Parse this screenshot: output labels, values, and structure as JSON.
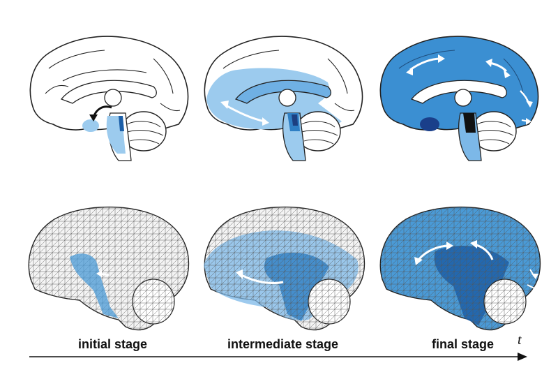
{
  "stages": [
    {
      "label": "initial stage"
    },
    {
      "label": "intermediate stage"
    },
    {
      "label": "final stage"
    }
  ],
  "time_axis": {
    "symbol": "t"
  },
  "colors": {
    "light_blue": "#9ccbee",
    "mid_blue": "#4a9ad6",
    "deep_blue": "#2f7fc4",
    "dark_blue": "#1c5fa8",
    "outline": "#222222",
    "arrow_white": "#ffffff",
    "arrow_black": "#111111"
  }
}
